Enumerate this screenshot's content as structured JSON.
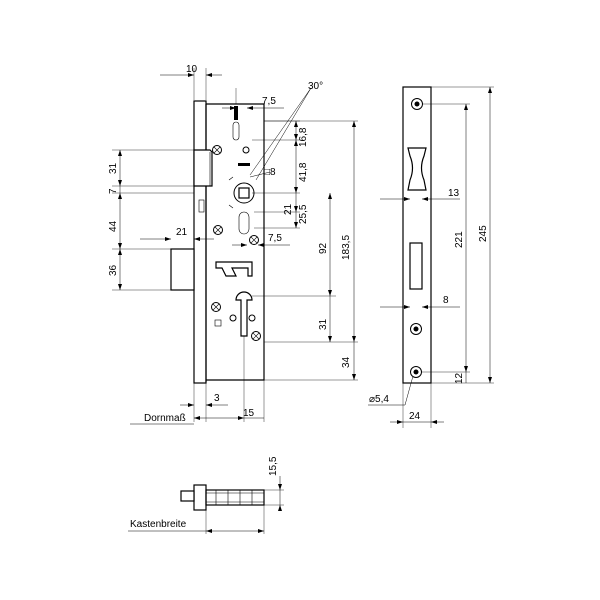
{
  "dimensions": {
    "faceplate_thickness": "10",
    "latch_offset_top": "7,5",
    "angle": "30°",
    "top_to_follower": "16,8",
    "follower_to_center": "41,8",
    "square": "□8",
    "latch_height": "31",
    "latch_gap": "7",
    "bolt_from_face": "21",
    "follower_spacing": "25,5",
    "bolt_offset": "21",
    "bolt_throw": "44",
    "screw_offset": "7,5",
    "center_distance": "92",
    "lock_height": "183,5",
    "bolt_height": "36",
    "cylinder_height": "31",
    "bottom_offset": "34",
    "plate_offset": "3",
    "backset_width": "15",
    "strike_recess": "13",
    "strike_height": "221",
    "strike_total": "245",
    "strike_cutout": "8",
    "strike_bottom": "12",
    "hole_dia": "⌀5,4",
    "strike_width": "24",
    "box_height": "15,5"
  },
  "labels": {
    "backset": "Dornmaß",
    "box_width": "Kastenbreite"
  }
}
